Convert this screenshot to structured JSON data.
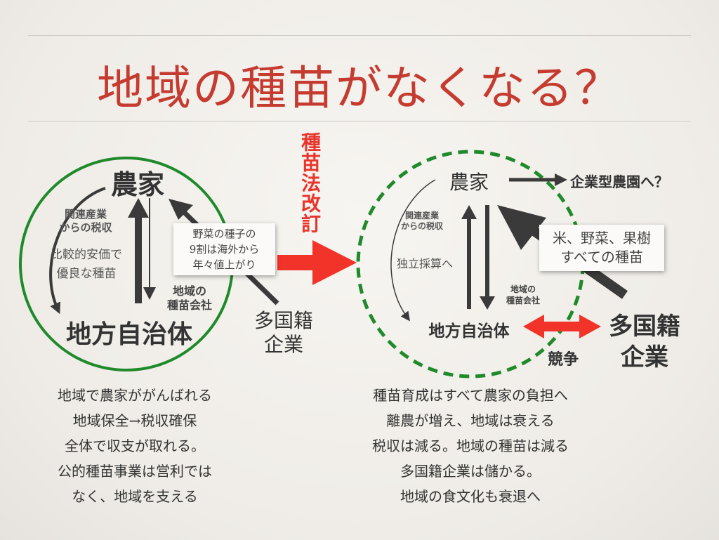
{
  "title": "地域の種苗がなくなる？",
  "amendment_label": "種苗法改訂",
  "left": {
    "farmer": "農家",
    "local_gov": "地方自治体",
    "tax_label": [
      "関連産業",
      "からの税収"
    ],
    "seed_label": [
      "比較的安価で",
      "優良な種苗"
    ],
    "local_company": [
      "地域の",
      "種苗会社"
    ],
    "callout": [
      "野菜の種子の",
      "9割は海外から",
      "年々値上がり"
    ],
    "multinational": [
      "多国籍",
      "企業"
    ],
    "notes": [
      "地域で農家ががんばれる",
      "地域保全→税収確保",
      "全体で収支が取れる。",
      "公的種苗事業は営利では",
      "なく、地域を支える"
    ]
  },
  "right": {
    "farmer": "農家",
    "corporate_farm": "企業型農園へ？",
    "local_gov": "地方自治体",
    "tax_label": [
      "関連産業",
      "からの税収"
    ],
    "independent": "独立採算へ",
    "local_company": [
      "地域の",
      "種苗会社"
    ],
    "callout": [
      "米、野菜、果樹",
      "すべての種苗"
    ],
    "competition": "競争",
    "multinational": [
      "多国籍",
      "企業"
    ],
    "notes": [
      "種苗育成はすべて農家の負担へ",
      "離農が増え、地域は衰える",
      "税収は減る。地域の種苗は減る",
      "多国籍企業は儲かる。",
      "地域の食文化も衰退へ"
    ]
  },
  "colors": {
    "title": "#c63b30",
    "green": "#1f8a2a",
    "red": "#f2332a",
    "dark": "#3a3a3a"
  }
}
